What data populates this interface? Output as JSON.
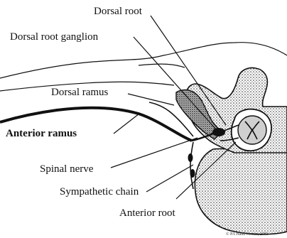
{
  "labels": {
    "dorsal_root": "Dorsal root",
    "dorsal_root_ganglion": "Dorsal root ganglion",
    "dorsal_ramus": "Dorsal ramus",
    "anterior_ramus": "Anterior ramus",
    "spinal_nerve": "Spinal nerve",
    "sympathetic_chain": "Sympathetic chain",
    "anterior_root": "Anterior root"
  },
  "credit": "© PA Hand Center, 2003",
  "colors": {
    "line": "#111111",
    "bone_fill": "#9a9a9a",
    "background": "#ffffff"
  }
}
